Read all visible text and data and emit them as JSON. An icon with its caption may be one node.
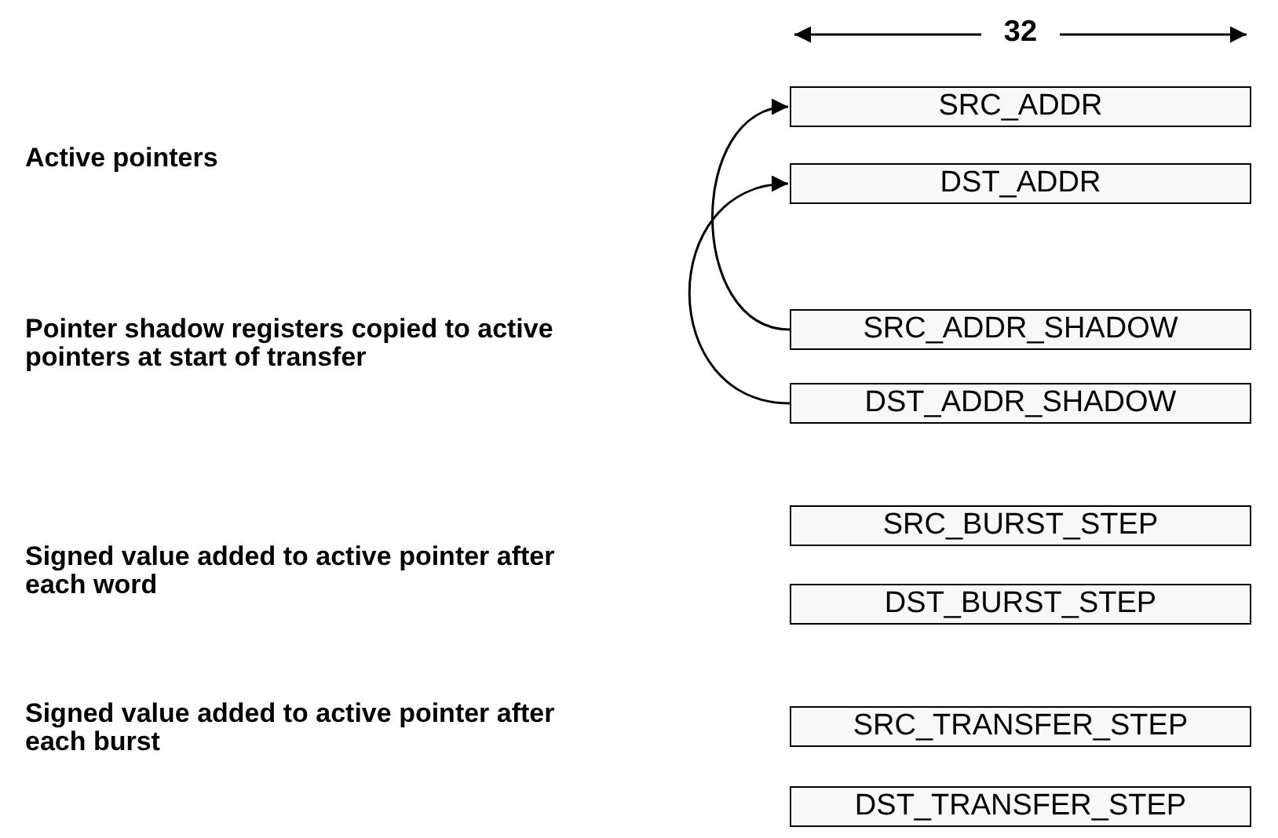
{
  "diagram": {
    "nodes": [
      {
        "text": [
          "SRC_ADDR"
        ]
      },
      {
        "text": [
          "DST_ADDR"
        ]
      },
      {
        "text": [
          "SRC_ADDR_SHADOW"
        ]
      },
      {
        "text": [
          "DST_ADDR_SHADOW"
        ]
      },
      {
        "text": [
          "SRC_BURST_STEP"
        ]
      },
      {
        "text": [
          "DST_BURST_STEP"
        ]
      },
      {
        "text": [
          "SRC_TRANSFER_STEP"
        ]
      },
      {
        "text": [
          "DST_TRANSFER_STEP"
        ]
      }
    ],
    "edges": [
      {
        "from": 2,
        "to": 0,
        "arrow": "to"
      },
      {
        "from": 3,
        "to": 1,
        "arrow": "to"
      }
    ],
    "labels": [
      "32",
      "Active pointers",
      "Pointer shadow registers copied to active pointers at start of transfer",
      "Signed value added to active pointer after each word",
      "Signed value added to active pointer after each burst"
    ]
  }
}
